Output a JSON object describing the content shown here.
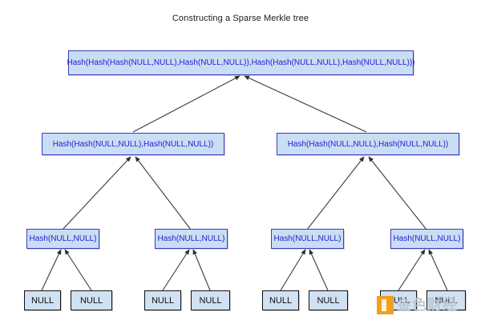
{
  "diagram": {
    "title": "Constructing a Sparse Merkle tree",
    "type": "tree",
    "levels": 4,
    "edge_style": "straight-arrow-to-parent",
    "colors": {
      "hash_node_fill": "#c9ddf5",
      "hash_node_border": "#3b3bbf",
      "hash_node_text": "#2222cc",
      "leaf_node_fill": "#cfe1f2",
      "leaf_node_border": "#111111",
      "leaf_node_text": "#101010",
      "edge": "#3a3a3a",
      "background": "#ffffff",
      "title_text": "#1a1a1a"
    }
  },
  "nodes": {
    "root": {
      "label": "Hash(Hash(Hash(NULL,NULL),Hash(NULL,NULL)),Hash(Hash(NULL,NULL),Hash(NULL,NULL)))"
    },
    "level2": [
      {
        "label": "Hash(Hash(NULL,NULL),Hash(NULL,NULL))"
      },
      {
        "label": "Hash(Hash(NULL,NULL),Hash(NULL,NULL))"
      }
    ],
    "level3": [
      {
        "label": "Hash(NULL,NULL)"
      },
      {
        "label": "Hash(NULL,NULL)"
      },
      {
        "label": "Hash(NULL,NULL)"
      },
      {
        "label": "Hash(NULL,NULL)"
      }
    ],
    "leaves": [
      {
        "label": "NULL"
      },
      {
        "label": "NULL"
      },
      {
        "label": "NULL"
      },
      {
        "label": "NULL"
      },
      {
        "label": "NULL"
      },
      {
        "label": "NULL"
      },
      {
        "label": "NULL"
      },
      {
        "label": "NULL"
      }
    ]
  },
  "watermark": {
    "text": "金色财经",
    "logo_color": "#f0a020"
  }
}
